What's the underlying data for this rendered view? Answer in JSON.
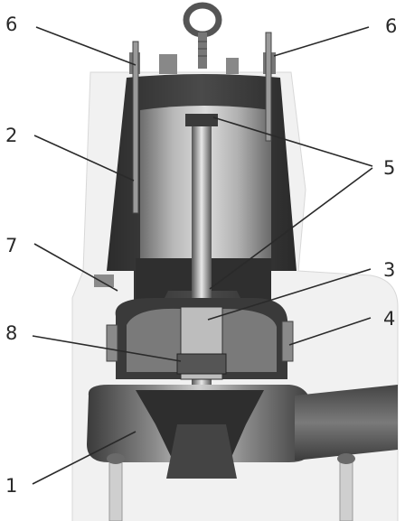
{
  "callouts": [
    {
      "id": "c1",
      "label": "1"
    },
    {
      "id": "c2",
      "label": "2"
    },
    {
      "id": "c3",
      "label": "3"
    },
    {
      "id": "c4",
      "label": "4"
    },
    {
      "id": "c5",
      "label": "5"
    },
    {
      "id": "c6-left",
      "label": "6"
    },
    {
      "id": "c6-right",
      "label": "6"
    },
    {
      "id": "c7",
      "label": "7"
    },
    {
      "id": "c8",
      "label": "8"
    }
  ]
}
